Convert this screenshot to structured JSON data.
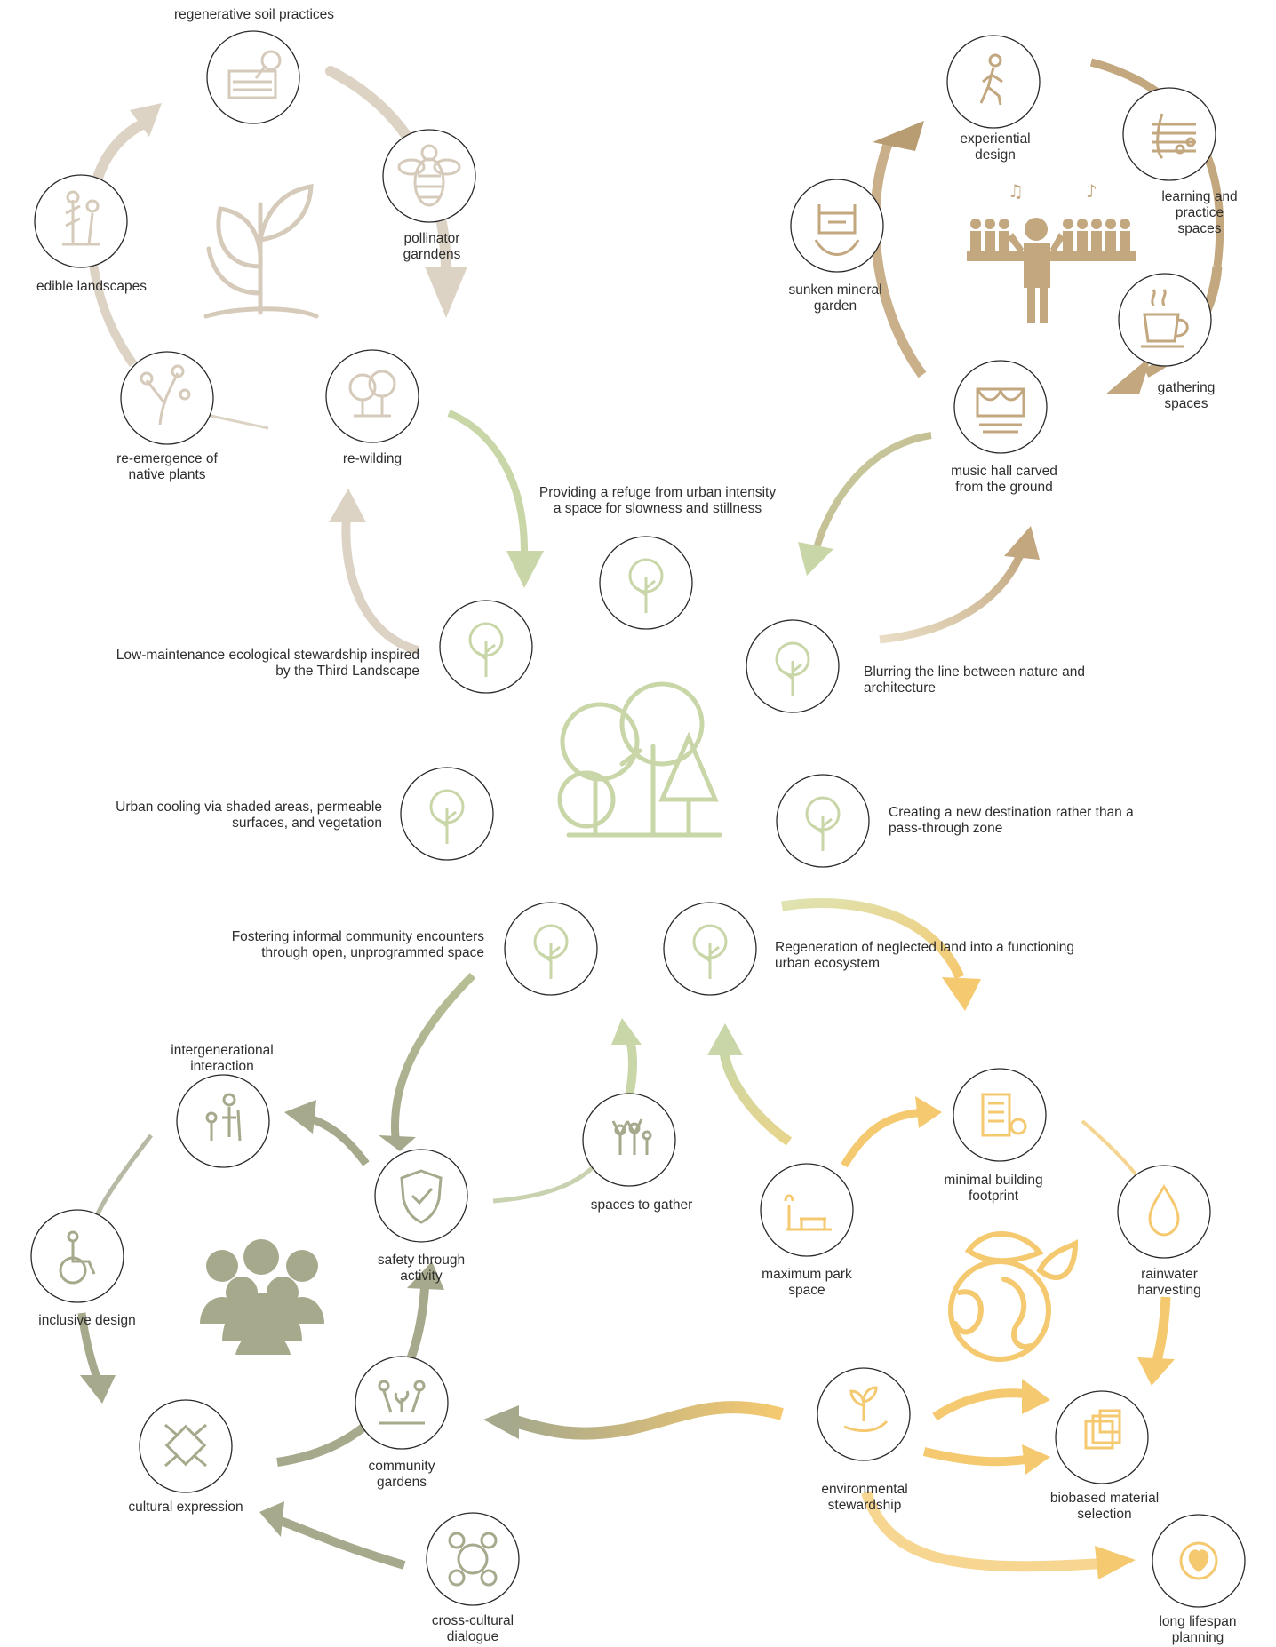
{
  "colors": {
    "soil": "#d6cbbb",
    "green": "#c8d6a8",
    "gold": "#c2a77f",
    "olive": "#a7a98c",
    "yellow": "#f5c96f",
    "ring": "#2b2b2b"
  },
  "clusters": {
    "ecology": {
      "center_icon": "plant-sprout-icon",
      "nodes": [
        {
          "label": "regenerative soil practices",
          "icon": "soil-magnifier-icon"
        },
        {
          "label": "pollinator\ngarndens",
          "icon": "bee-icon"
        },
        {
          "label": "re-wilding",
          "icon": "trees-icon"
        },
        {
          "label": "re-emergence of\nnative plants",
          "icon": "wildflower-icon"
        },
        {
          "label": "edible landscapes",
          "icon": "harvest-icon"
        }
      ]
    },
    "culture": {
      "center_icon": "orchestra-conductor-icon",
      "nodes": [
        {
          "label": "experiential\ndesign",
          "icon": "walking-person-icon"
        },
        {
          "label": "learning and\npractice spaces",
          "icon": "music-notes-icon"
        },
        {
          "label": "gathering\nspaces",
          "icon": "coffee-cup-icon"
        },
        {
          "label": "music hall carved\nfrom the ground",
          "icon": "stage-icon"
        },
        {
          "label": "sunken mineral\ngarden",
          "icon": "amphitheater-icon"
        }
      ]
    },
    "community": {
      "center_icon": "crowd-icon",
      "nodes": [
        {
          "label": "intergenerational\ninteraction",
          "icon": "elder-child-icon"
        },
        {
          "label": "safety through\nactivity",
          "icon": "shield-check-icon"
        },
        {
          "label": "spaces to gather",
          "icon": "cheering-people-icon"
        },
        {
          "label": "community\ngardens",
          "icon": "gardening-hands-icon"
        },
        {
          "label": "cross-cultural\ndialogue",
          "icon": "globe-people-icon"
        },
        {
          "label": "cultural expression",
          "icon": "joined-hands-icon"
        },
        {
          "label": "inclusive design",
          "icon": "wheelchair-icon"
        }
      ]
    },
    "sustainability": {
      "center_icon": "earth-leaves-icon",
      "nodes": [
        {
          "label": "minimal building\nfootprint",
          "icon": "building-icon"
        },
        {
          "label": "rainwater\nharvesting",
          "icon": "water-drop-icon"
        },
        {
          "label": "maximum park\nspace",
          "icon": "park-bench-icon"
        },
        {
          "label": "environmental\nstewardship",
          "icon": "plant-hand-icon"
        },
        {
          "label": "biobased material\nselection",
          "icon": "material-swatch-icon"
        },
        {
          "label": "long lifespan\nplanning",
          "icon": "heart-cycle-icon"
        }
      ]
    }
  },
  "center": {
    "icon": "forest-icon",
    "statements": [
      {
        "text": "Providing a refuge from urban intensity\na space for slowness and stillness",
        "icon": "tree-icon"
      },
      {
        "text": "Low-maintenance ecological stewardship inspired\nby the Third Landscape",
        "icon": "tree-icon"
      },
      {
        "text": "Blurring the line between nature and\narchitecture",
        "icon": "tree-icon"
      },
      {
        "text": "Urban cooling via shaded areas, permeable\nsurfaces, and vegetation",
        "icon": "tree-icon"
      },
      {
        "text": "Creating a new destination rather than a\npass-through zone",
        "icon": "tree-icon"
      },
      {
        "text": "Fostering informal community encounters\nthrough open, unprogrammed space",
        "icon": "tree-icon"
      },
      {
        "text": "Regeneration of neglected land into a functioning\nurban ecosystem",
        "icon": "tree-icon"
      }
    ]
  }
}
